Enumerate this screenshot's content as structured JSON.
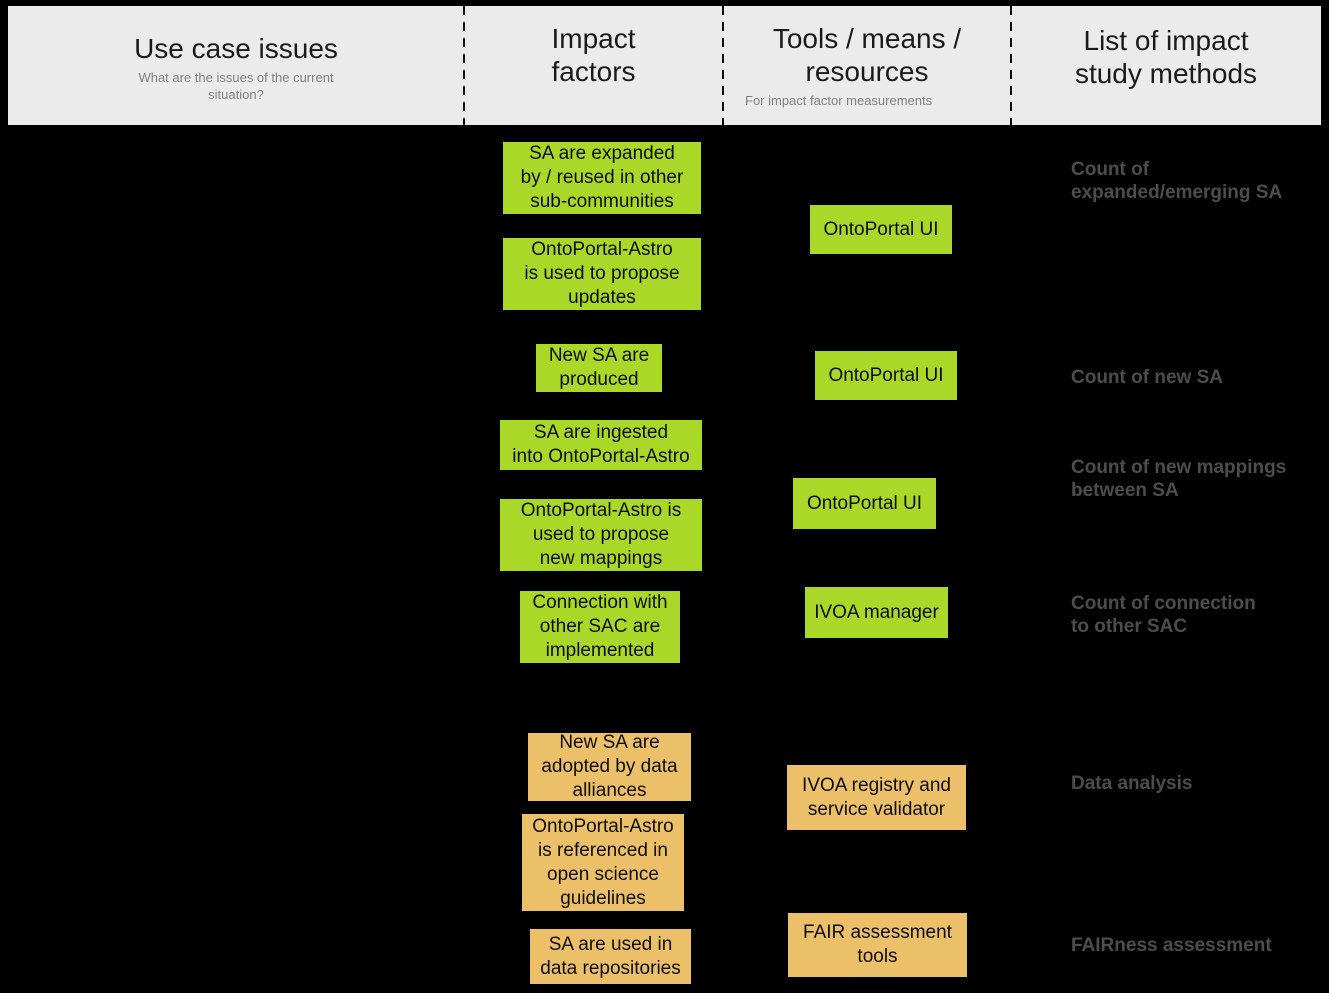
{
  "colors": {
    "background": "#000000",
    "header_bg": "#ebebeb",
    "green": "#aad828",
    "orange": "#ecc068",
    "title_text": "#1a1a1a",
    "subtitle_text": "#808080",
    "method_text": "#4d4d4d"
  },
  "header": {
    "columns": [
      {
        "title": "Use case issues",
        "subtitle": "What are the issues of the current\nsituation?"
      },
      {
        "title": "Impact\nfactors",
        "subtitle": ""
      },
      {
        "title": "Tools / means /\nresources",
        "subtitle": "For impact factor measurements"
      },
      {
        "title": "List of impact\nstudy methods",
        "subtitle": ""
      }
    ]
  },
  "impact_factors": {
    "green": [
      "SA are expanded\nby / reused in other\nsub-communities",
      "OntoPortal-Astro\nis used to propose\nupdates",
      "New SA are\nproduced",
      "SA are ingested\ninto OntoPortal-Astro",
      "OntoPortal-Astro is\nused to propose\nnew mappings",
      "Connection with\nother SAC are\nimplemented"
    ],
    "orange": [
      "New SA are\nadopted by data\nalliances",
      "OntoPortal-Astro\nis referenced in\nopen science\nguidelines",
      "SA are used in\ndata repositories"
    ]
  },
  "tools": {
    "green": [
      "OntoPortal UI",
      "OntoPortal UI",
      "OntoPortal UI",
      "IVOA manager"
    ],
    "orange": [
      "IVOA registry and\nservice validator",
      "FAIR assessment\ntools"
    ]
  },
  "methods": [
    "Count of\nexpanded/emerging SA",
    "Count of new SA",
    "Count of new mappings\nbetween SA",
    "Count of connection\nto other SAC",
    "Data analysis",
    "FAIRness assessment"
  ]
}
